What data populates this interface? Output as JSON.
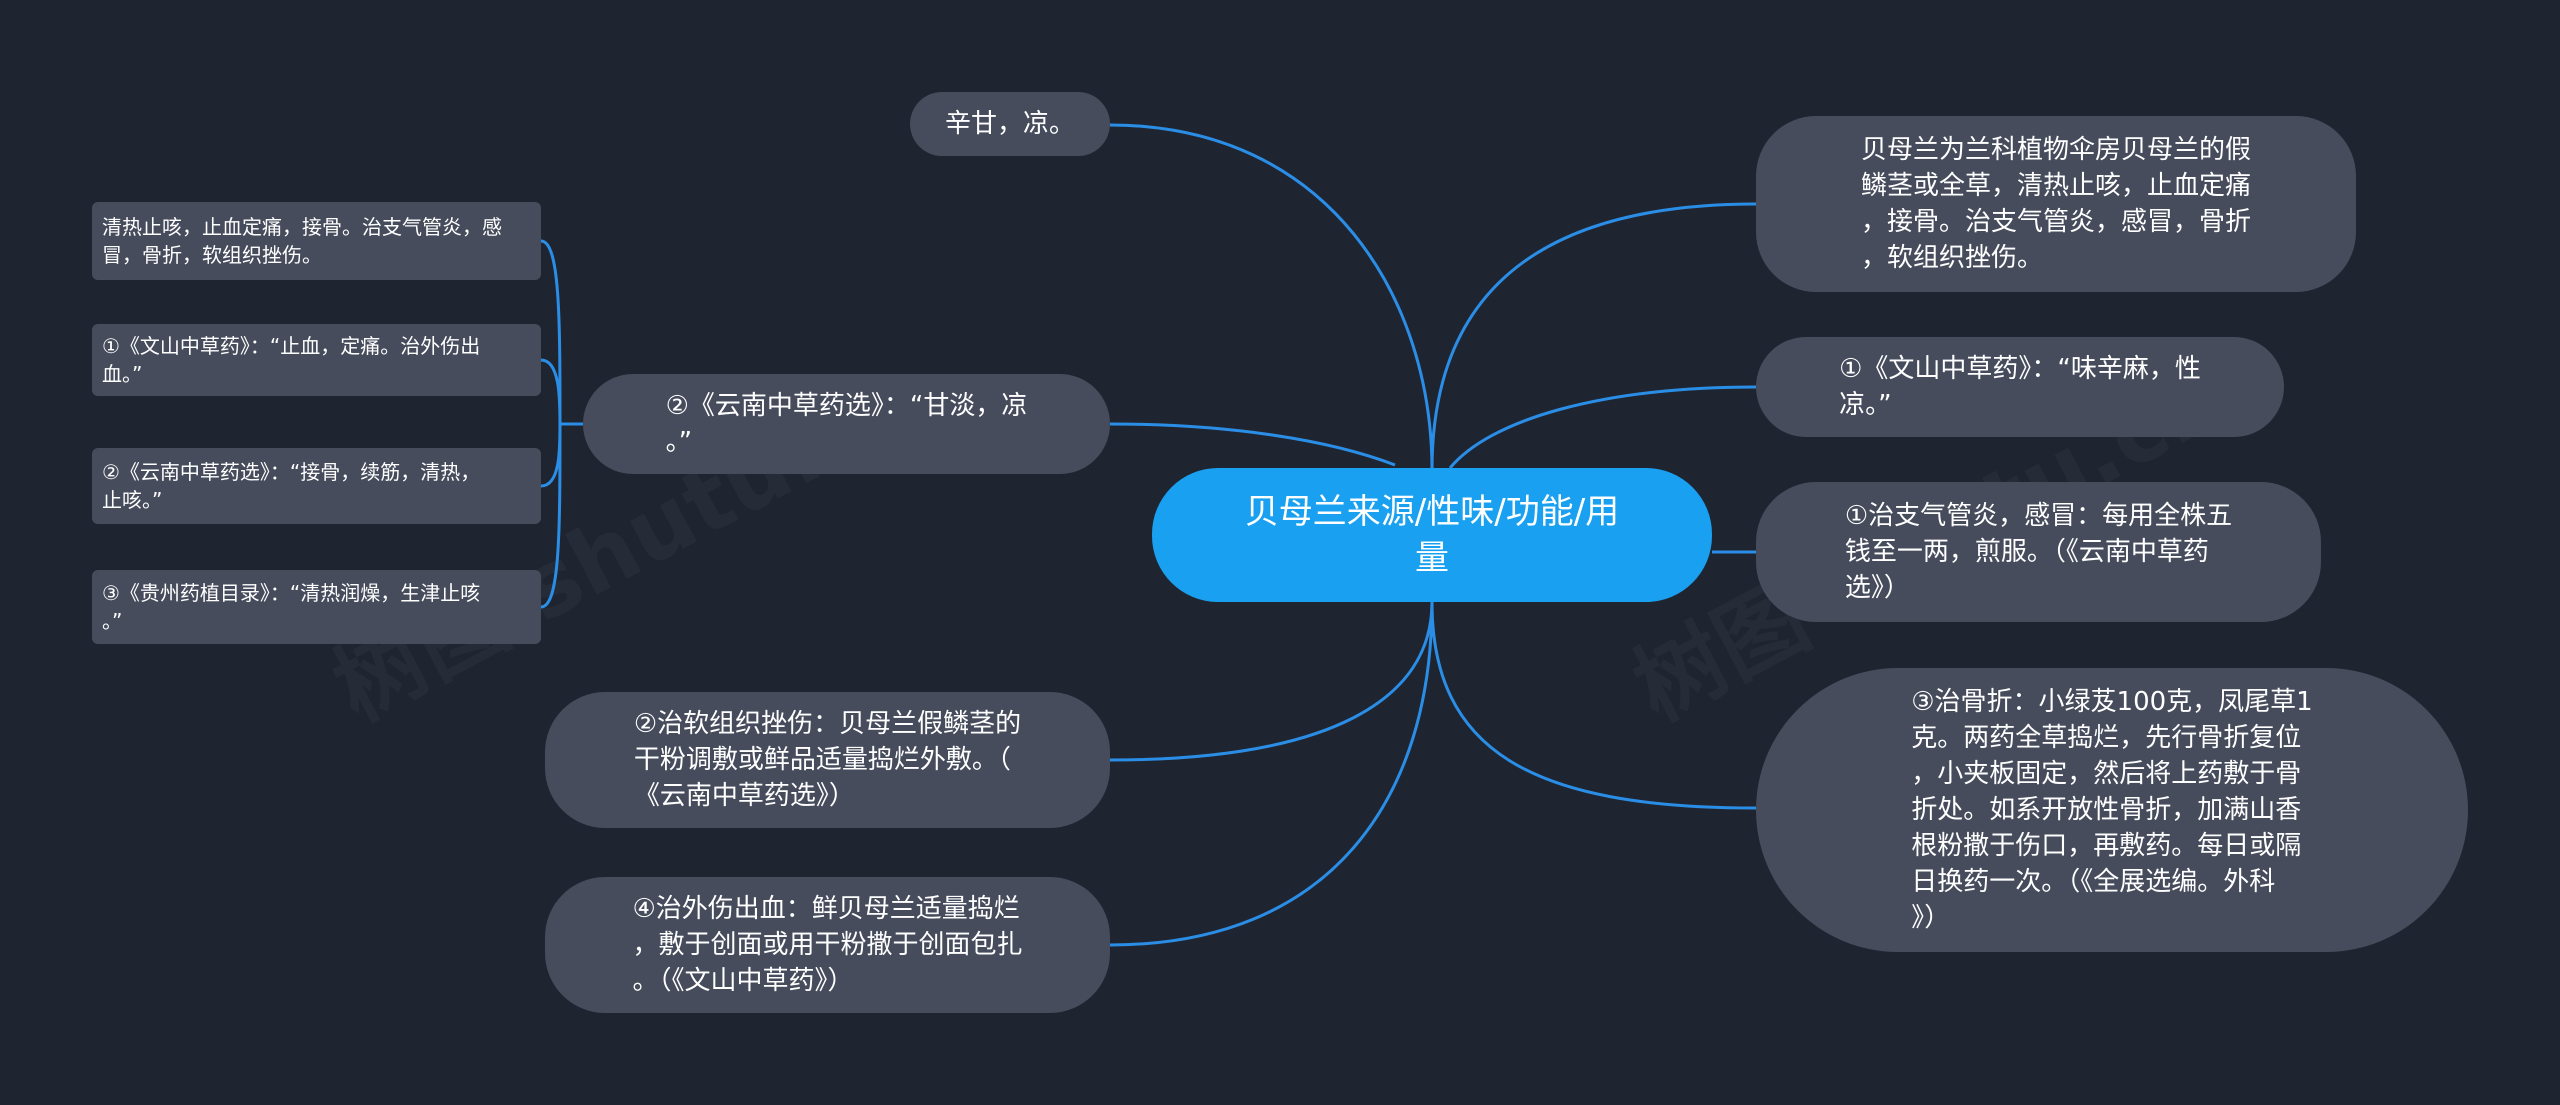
{
  "colors": {
    "background": "#1f2431",
    "root_fill": "#1aa0f0",
    "node_fill": "#464c5c",
    "connector": "#2b8ee6",
    "text": "#ffffff"
  },
  "watermark": "树图 shutu.cn",
  "root": {
    "label": "贝母兰来源/性味/功能/用\n量"
  },
  "left_nodes": {
    "taste": "辛甘，凉。",
    "yunnan": "②《云南中草药选》：“甘淡，凉\n。”",
    "soft_tissue": "②治软组织挫伤：贝母兰假鳞茎的\n干粉调敷或鲜品适量捣烂外敷。（\n《云南中草药选》）",
    "bleeding": "④治外伤出血：鲜贝母兰适量捣烂\n，敷于创面或用干粉撒于创面包扎\n。（《文山中草药》）"
  },
  "sub_leaves": [
    "清热止咳，止血定痛，接骨。治支气管炎，感\n冒，骨折，软组织挫伤。",
    "①《文山中草药》：“止血，定痛。治外伤出\n血。”",
    "②《云南中草药选》：“接骨，续筋，清热，\n止咳。”",
    "③《贵州药植目录》：“清热润燥，生津止咳\n。”"
  ],
  "right_nodes": {
    "source": "贝母兰为兰科植物伞房贝母兰的假\n鳞茎或全草，清热止咳，止血定痛\n，接骨。治支气管炎，感冒，骨折\n，软组织挫伤。",
    "wenshan": "①《文山中草药》：“味辛麻，性\n凉。”",
    "bronchitis": "①治支气管炎，感冒：每用全株五\n钱至一两，煎服。（《云南中草药\n选》）",
    "fracture": "③治骨折：小绿芨100克，凤尾草1\n克。两药全草捣烂，先行骨折复位\n，小夹板固定，然后将上药敷于骨\n折处。如系开放性骨折，加满山香\n根粉撒于伤口，再敷药。每日或隔\n日换药一次。（《全展选编。外科\n》）"
  }
}
